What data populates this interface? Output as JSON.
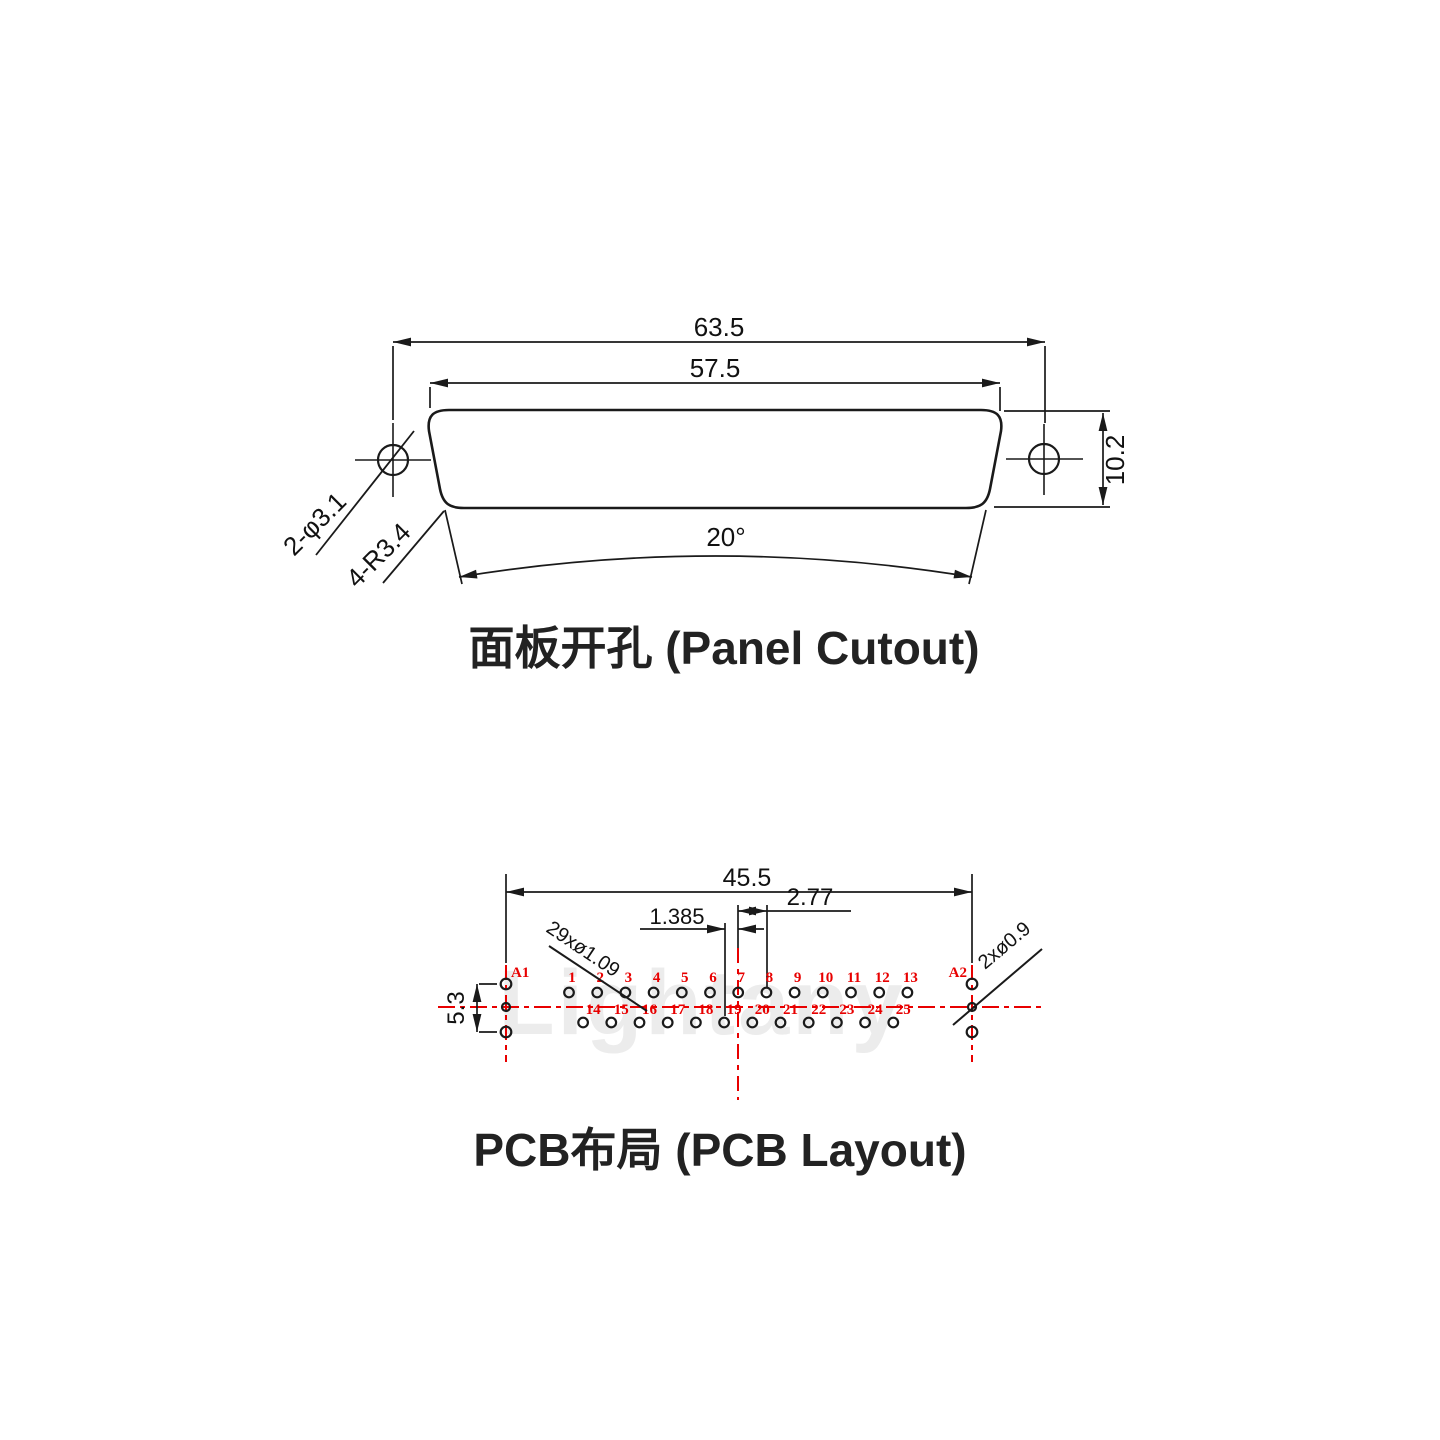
{
  "watermark": "Lightany",
  "colors": {
    "line": "#1a1a1a",
    "red": "#e80000",
    "watermark": "#ececec"
  },
  "panel_cutout": {
    "title": "面板开孔 (Panel Cutout)",
    "dim_outer_width": "63.5",
    "dim_cutout_width": "57.5",
    "dim_height": "10.2",
    "dim_angle": "20°",
    "label_mount_holes": "2-φ3.1",
    "label_corner_radius": "4-R3.4"
  },
  "pcb_layout": {
    "title": "PCB布局 (PCB Layout)",
    "dim_mount_span": "45.5",
    "dim_pin_pitch": "2.77",
    "dim_row_offset": "1.385",
    "dim_coax_span": "5.3",
    "label_signal_holes": "29xø1.09",
    "label_coax_holes": "2xø0.9",
    "label_a1": "A1",
    "label_a2": "A2",
    "top_row_pins": [
      "1",
      "2",
      "3",
      "4",
      "5",
      "6",
      "7",
      "8",
      "9",
      "10",
      "11",
      "12",
      "13"
    ],
    "bottom_row_pins": [
      "14",
      "15",
      "16",
      "17",
      "18",
      "19",
      "20",
      "21",
      "22",
      "23",
      "24",
      "25"
    ]
  }
}
